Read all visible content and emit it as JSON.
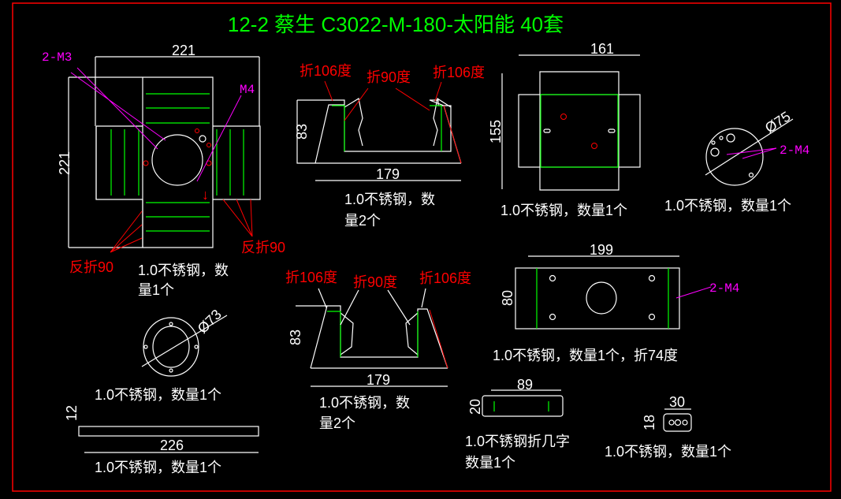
{
  "title": "12-2 蔡生 C3022-M-180-太阳能  40套",
  "colors": {
    "background": "#000000",
    "border": "#ff0000",
    "title": "#00ff00",
    "geometry": "#ffffff",
    "bend_line": "#00ff00",
    "annotation": "#ff0000",
    "thread_label": "#ff00ff"
  },
  "parts": {
    "cross_plate": {
      "dim_width": "221",
      "dim_height": "221",
      "hole_label_1": "2-M3",
      "hole_label_2": "M4",
      "bend_label_1": "反折90",
      "bend_label_2": "反折90",
      "arrow": "↓",
      "note_line1": "1.0不锈钢，数",
      "note_line2": "量1个"
    },
    "bracket_top": {
      "bend_left": "折106度",
      "bend_mid": "折90度",
      "bend_right": "折106度",
      "dim_height": "83",
      "dim_width": "179",
      "note_line1": "1.0不锈钢，数",
      "note_line2": "量2个"
    },
    "square_plate": {
      "dim_width": "161",
      "dim_height": "155",
      "note": "1.0不锈钢，数量1个"
    },
    "disc_75": {
      "dim_dia": "Ø75",
      "hole_label": "2-M4",
      "note": "1.0不锈钢，数量1个"
    },
    "ring_73": {
      "dim_dia": "Ø73",
      "note": "1.0不锈钢，数量1个"
    },
    "bracket_bottom": {
      "bend_left": "折106度",
      "bend_mid": "折90度",
      "bend_right": "折106度",
      "dim_height": "83",
      "dim_width": "179",
      "note_line1": "1.0不锈钢，数",
      "note_line2": "量2个"
    },
    "plate_199": {
      "dim_width": "199",
      "dim_height": "80",
      "hole_label": "2-M4",
      "note": "1.0不锈钢，数量1个，折74度"
    },
    "channel_89": {
      "dim_width": "89",
      "dim_height": "20",
      "note_line1": "1.0不锈钢折几字",
      "note_line2": "数量1个"
    },
    "tab_30": {
      "dim_width": "30",
      "dim_height": "18",
      "note": "1.0不锈钢，数量1个"
    },
    "strip_226": {
      "dim_width": "226",
      "dim_height": "12",
      "note": "1.0不锈钢，数量1个"
    }
  }
}
